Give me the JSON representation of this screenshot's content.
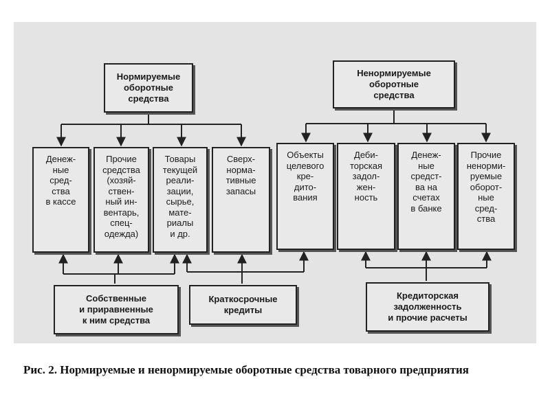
{
  "top_boxes": {
    "normed": "Нормируемые\nоборотные\nсредства",
    "non_normed": "Ненормируемые\nоборотные\nсредства"
  },
  "middle_boxes": [
    "Денеж-\nные\nсред-\nства\nв кассе",
    "Прочие\nсредства\n(хозяй-\nствен-\nный ин-\nвентарь,\nспец-\nодежда)",
    "Товары\nтекущей\nреали-\nзации,\nсырье,\nмате-\nриалы\nи др.",
    "Сверх-\nнорма-\nтивные\nзапасы",
    "Объекты\nцелевого\nкре-\nдито-\nвания",
    "Деби-\nторская\nзадол-\nжен-\nность",
    "Денеж-\nные\nсредст-\nва на\nсчетах\nв банке",
    "Прочие\nненорми-\nруемые\nоборот-\nные\nсред-\nства"
  ],
  "bottom_boxes": {
    "own_funds": "Собственные\nи приравненные\nк ним средства",
    "short_term_credits": "Краткосрочные\nкредиты",
    "payables": "Кредиторская\nзадолженность\nи прочие расчеты"
  },
  "caption": "Рис. 2. Нормируемые и ненормируемые оборотные средства товарного предприятия",
  "colors": {
    "panel": "#e4e4e4",
    "box_fill": "#e9e9e9",
    "ink": "#222222"
  }
}
